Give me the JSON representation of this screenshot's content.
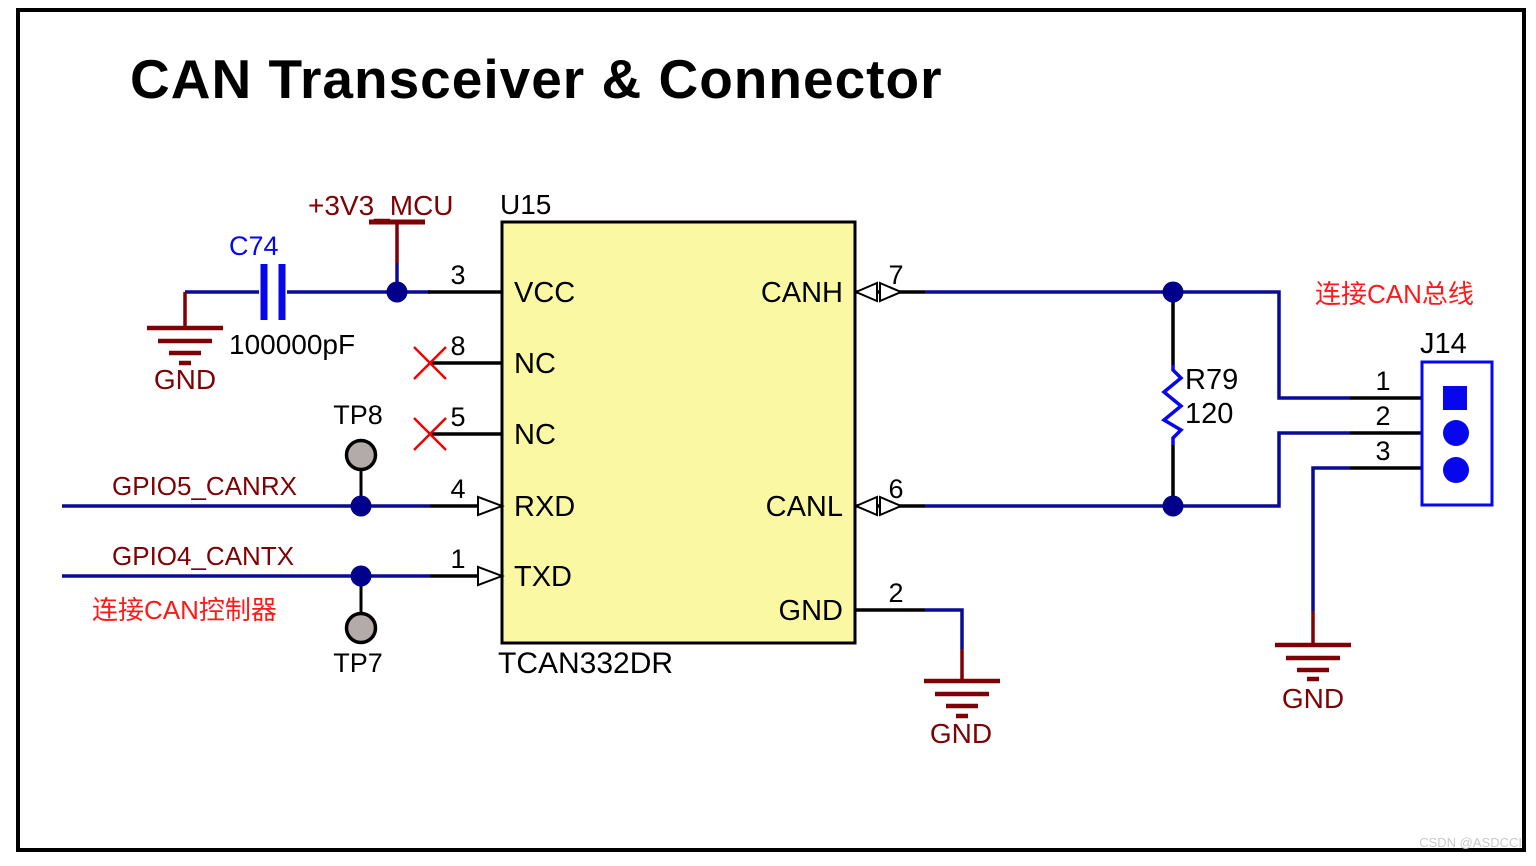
{
  "title": "CAN Transceiver & Connector",
  "watermark": "CSDN @ASDCCI",
  "colors": {
    "wire_navy": "#0A0A96",
    "bright_blue": "#0707EE",
    "junction_navy": "#00008B",
    "dark_red": "#7C0205",
    "bright_red": "#FF1A1A",
    "ic_fill": "#FBF8A3",
    "testpoint_gray": "#B3AAAA"
  },
  "power_net": {
    "label": "+3V3_MCU"
  },
  "gnd_label": "GND",
  "capacitor": {
    "ref": "C74",
    "value": "100000pF"
  },
  "ic": {
    "ref": "U15",
    "part": "TCAN332DR",
    "left_pins": [
      {
        "name": "VCC",
        "number": "3"
      },
      {
        "name": "NC",
        "number": "8"
      },
      {
        "name": "NC",
        "number": "5"
      },
      {
        "name": "RXD",
        "number": "4"
      },
      {
        "name": "TXD",
        "number": "1"
      }
    ],
    "right_pins": [
      {
        "name": "CANH",
        "number": "7"
      },
      {
        "name": "CANL",
        "number": "6"
      },
      {
        "name": "GND",
        "number": "2"
      }
    ]
  },
  "resistor": {
    "ref": "R79",
    "value": "120"
  },
  "connector": {
    "ref": "J14",
    "pin_numbers": [
      "1",
      "2",
      "3"
    ]
  },
  "testpoints": {
    "tp8": "TP8",
    "tp7": "TP7"
  },
  "nets": {
    "rx": "GPIO5_CANRX",
    "tx": "GPIO4_CANTX"
  },
  "annotations": {
    "controller": "连接CAN控制器",
    "bus": "连接CAN总线"
  }
}
